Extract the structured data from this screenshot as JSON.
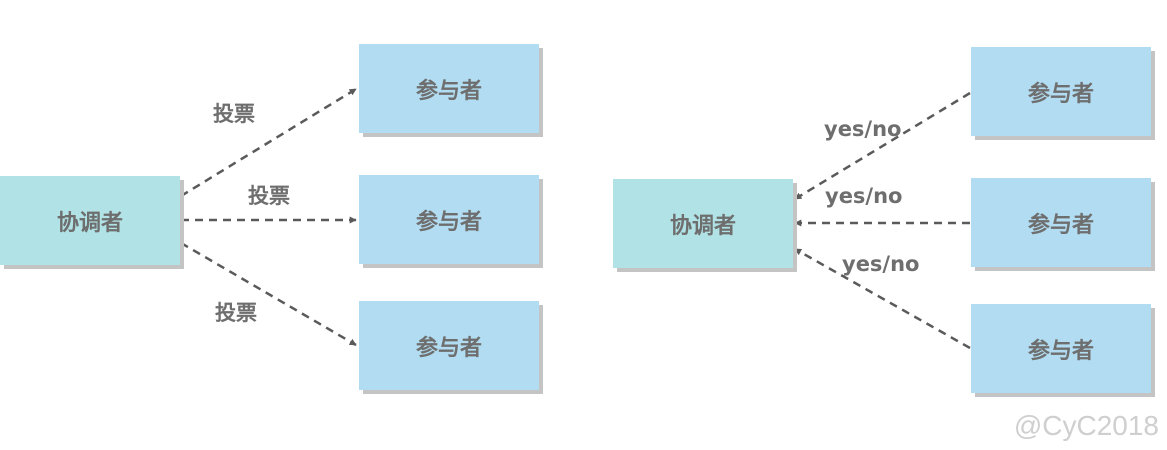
{
  "left_panel": {
    "coordinator": "协调者",
    "participants": [
      "参与者",
      "参与者",
      "参与者"
    ],
    "arrow_labels": [
      "投票",
      "投票",
      "投票"
    ]
  },
  "right_panel": {
    "coordinator": "协调者",
    "participants": [
      "参与者",
      "参与者",
      "参与者"
    ],
    "arrow_labels": [
      "yes/no",
      "yes/no",
      "yes/no"
    ]
  },
  "watermark": "@CyC2018",
  "colors": {
    "coordinator_fill": "#b1e3e6",
    "participant_fill": "#b1dcf1",
    "shadow": "#c4c4c4",
    "arrow": "#5a5a5a",
    "text": "#6e6e6e",
    "watermark": "#cfcfcf"
  }
}
